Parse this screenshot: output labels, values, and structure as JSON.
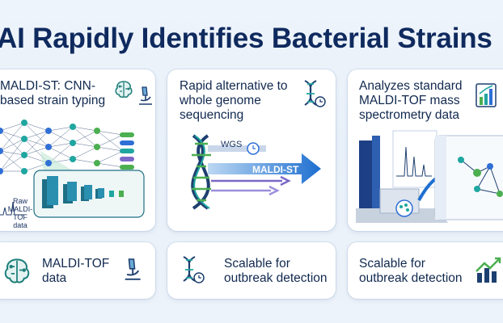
{
  "title": "AI Rapidly Identifies Bacterial Strains",
  "cards": {
    "top_left": {
      "text": "MALDI-ST: CNN-\nbased strain typing",
      "icon": "brain-circuit-icon",
      "icon2": "microscope-icon"
    },
    "top_center": {
      "text": "Rapid alternative to\nwhole genome\nsequencing",
      "icon": "dna-clock-icon"
    },
    "top_right": {
      "text": "Analyzes standard\nMALDI-TOF mass\nspectrometry data",
      "icon": "bar-chart-growth-icon"
    },
    "bottom_left": {
      "text": "MALDI-TOF\ndata",
      "icon": "brain-circuit-icon",
      "icon2": "microscope-icon"
    },
    "bottom_center": {
      "text": "Scalable for\noutbreak detection",
      "icon": "dna-clock-icon"
    },
    "bottom_right": {
      "text": "Scalable for\noutbreak detection",
      "icon": "bar-chart-growth-icon"
    }
  },
  "diagram_labels": {
    "raw_data": "Raw\nMALDI-TOF\ndata",
    "wgs": "WGS",
    "maldi_st": "MALDI-ST"
  },
  "colors": {
    "navy": "#0f2a5e",
    "teal": "#1fa6a0",
    "green": "#4caf50",
    "blue": "#2f6fd6",
    "purple": "#7b68c8"
  }
}
